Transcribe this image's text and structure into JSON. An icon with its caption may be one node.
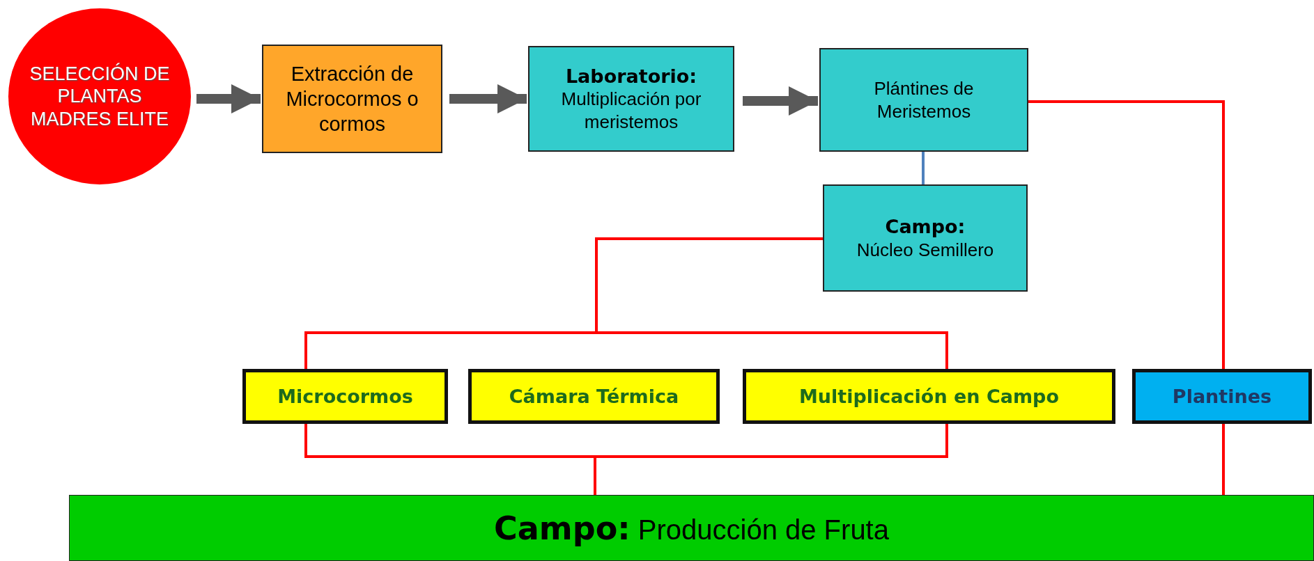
{
  "diagram": {
    "nodes": [
      {
        "text": [
          "SELECCIÓN DE PLANTAS MADRES ELITE"
        ]
      },
      {
        "text": [
          "Extracción de Microcormos o cormos"
        ]
      },
      {
        "text": [
          "Laboratorio:",
          "Multiplicación por meristemos"
        ]
      },
      {
        "text": [
          "Plántines de Meristemos"
        ]
      },
      {
        "text": [
          "Campo:",
          "Núcleo Semillero"
        ]
      },
      {
        "text": [
          "Microcormos"
        ]
      },
      {
        "text": [
          "Cámara Térmica"
        ]
      },
      {
        "text": [
          "Multiplicación en Campo"
        ]
      },
      {
        "text": [
          "Plantines"
        ]
      },
      {
        "text": [
          "**Campo:** Producción de Fruta"
        ]
      }
    ],
    "edges": [
      {
        "from": 0,
        "to": 1,
        "arrow": "to",
        "style": "thick",
        "color": "#595959"
      },
      {
        "from": 1,
        "to": 2,
        "arrow": "to",
        "style": "thick",
        "color": "#595959"
      },
      {
        "from": 2,
        "to": 3,
        "arrow": "to",
        "style": "thick",
        "color": "#595959"
      },
      {
        "from": 3,
        "to": 4,
        "arrow": "none",
        "color": "#4f81bd"
      },
      {
        "from": 4,
        "to": 5,
        "arrow": "none"
      },
      {
        "from": 4,
        "to": 7,
        "arrow": "none"
      },
      {
        "from": 3,
        "to": 8,
        "arrow": "none"
      },
      {
        "from": 5,
        "to": 9,
        "arrow": "none"
      },
      {
        "from": 7,
        "to": 9,
        "arrow": "none"
      },
      {
        "from": 8,
        "to": 9,
        "arrow": "none"
      }
    ]
  }
}
